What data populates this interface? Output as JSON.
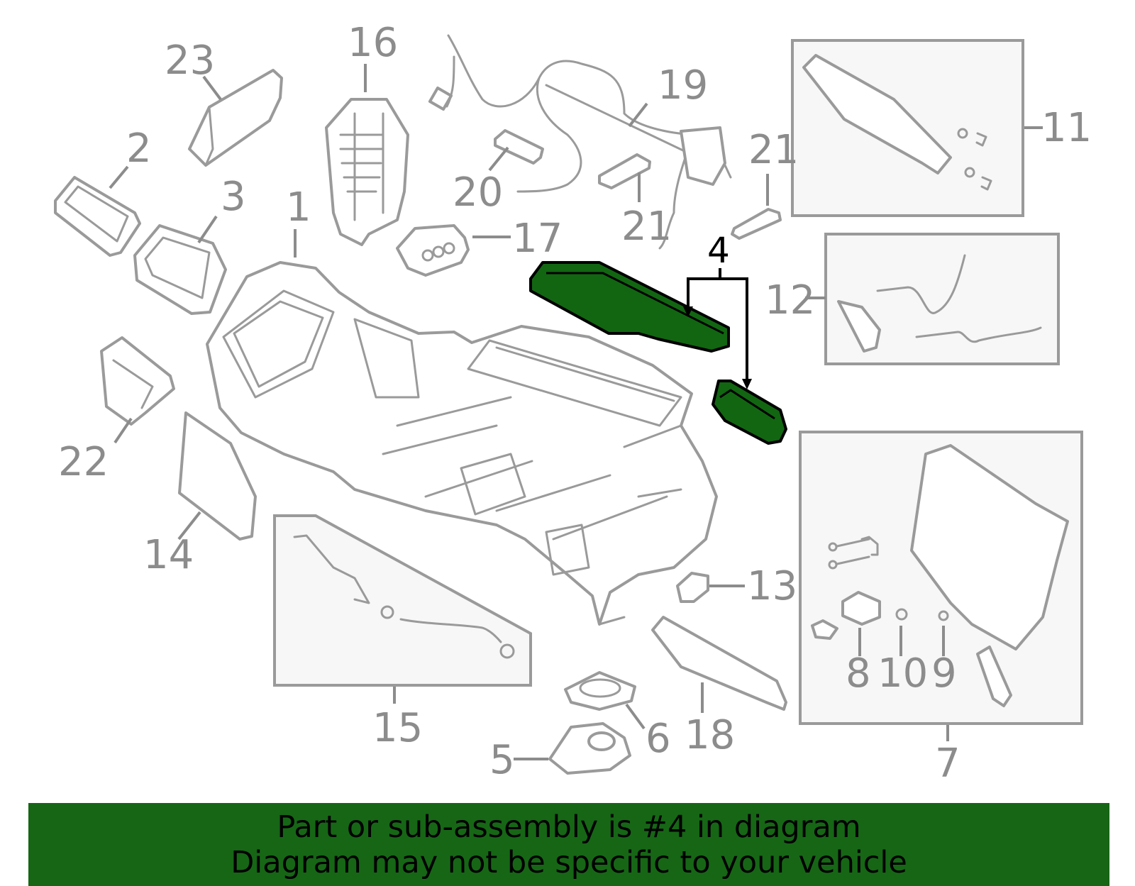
{
  "callouts": {
    "c1": "1",
    "c2": "2",
    "c3": "3",
    "c4": "4",
    "c5": "5",
    "c6": "6",
    "c7": "7",
    "c8": "8",
    "c9": "9",
    "c10": "10",
    "c11": "11",
    "c12": "12",
    "c13": "13",
    "c14": "14",
    "c15": "15",
    "c16": "16",
    "c17": "17",
    "c18": "18",
    "c19": "19",
    "c20": "20",
    "c21a": "21",
    "c21b": "21",
    "c22": "22",
    "c23": "23"
  },
  "highlight_color": "#166616",
  "banner": {
    "line1": "Part or sub-assembly is #4 in diagram",
    "line2": "Diagram may not be specific to your vehicle"
  }
}
